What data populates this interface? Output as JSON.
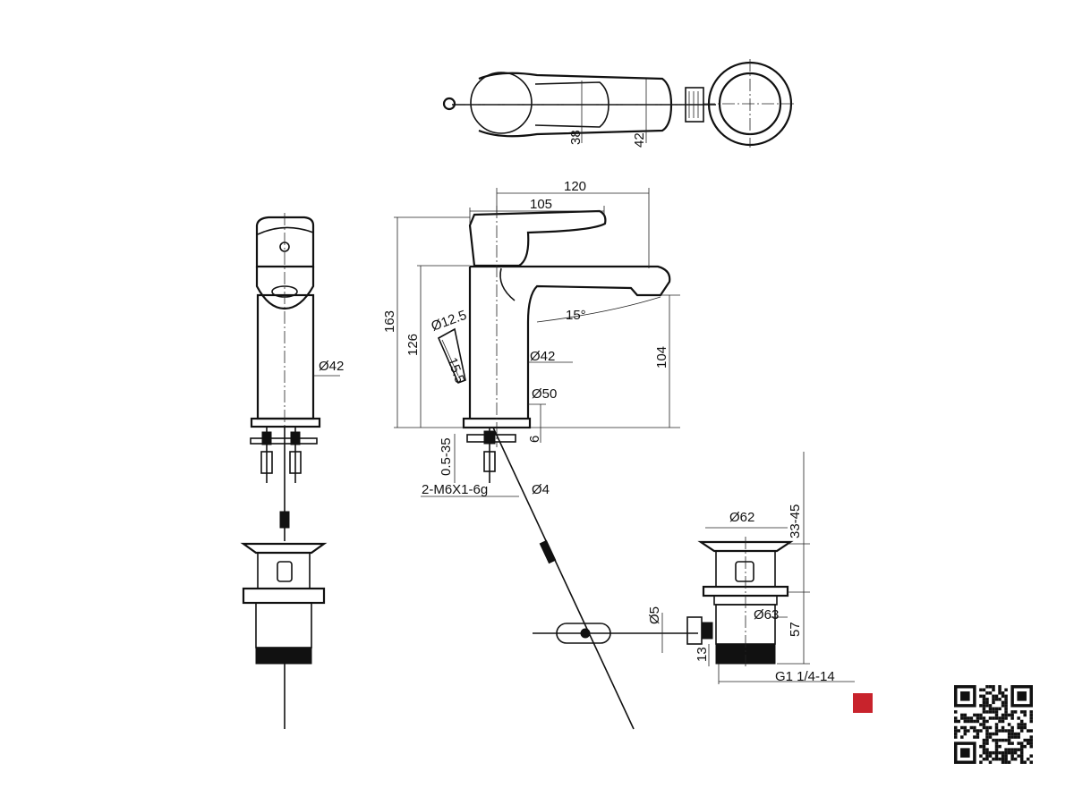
{
  "top_view": {
    "dims": [
      "38",
      "42"
    ]
  },
  "front_view": {
    "dims": [
      "Ø42"
    ]
  },
  "side_view": {
    "dims": [
      "120",
      "105",
      "163",
      "126",
      "Ø12.5",
      "15.5",
      "15°",
      "Ø42",
      "Ø50",
      "104",
      "6",
      "0.5-35",
      "2-M6X1-6g",
      "Ø4"
    ]
  },
  "waste": {
    "dims": [
      "Ø62",
      "33-45",
      "Ø5",
      "Ø63",
      "57",
      "13",
      "G1 1/4-14"
    ]
  },
  "colors": {
    "line": "#111111",
    "marker": "#c8232c"
  },
  "icons": {
    "marker": "red-square-icon",
    "qr": "qr-code-icon"
  }
}
